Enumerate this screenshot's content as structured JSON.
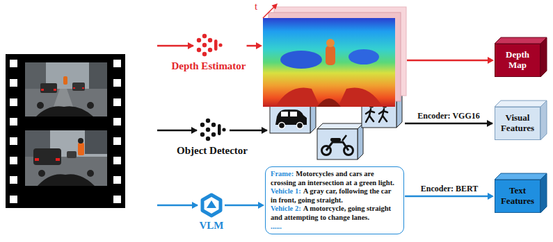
{
  "diagram": {
    "nodes": [
      {
        "text": [
          "Depth Estimator"
        ]
      },
      {
        "text": [
          "t"
        ]
      },
      {
        "text": [
          "Depth Map"
        ]
      },
      {
        "text": [
          "Object Detector"
        ]
      },
      {
        "text": [
          "Visual Features"
        ]
      },
      {
        "text": [
          "VLM"
        ]
      },
      {
        "text": [
          "Frame:",
          "Motorcycles and cars are crossing an intersection at a green light.",
          "Vehicle 1:",
          "A gray car, following the car in front, going straight.",
          "Vehicle 2:",
          "A motorcycle, going straight and attempting to change lanes.",
          "......"
        ]
      },
      {
        "text": [
          "Text Features"
        ]
      }
    ],
    "edges": [
      {
        "from": 0,
        "to": 1,
        "arrow": "to"
      },
      {
        "from": 1,
        "to": 2,
        "arrow": "to"
      },
      {
        "from": 5,
        "to": 6,
        "arrow": "to"
      },
      {
        "from": 6,
        "to": 7,
        "label": "Encoder: BERT",
        "arrow": "to"
      }
    ],
    "labels": [
      "Encoder: VGG16"
    ]
  }
}
